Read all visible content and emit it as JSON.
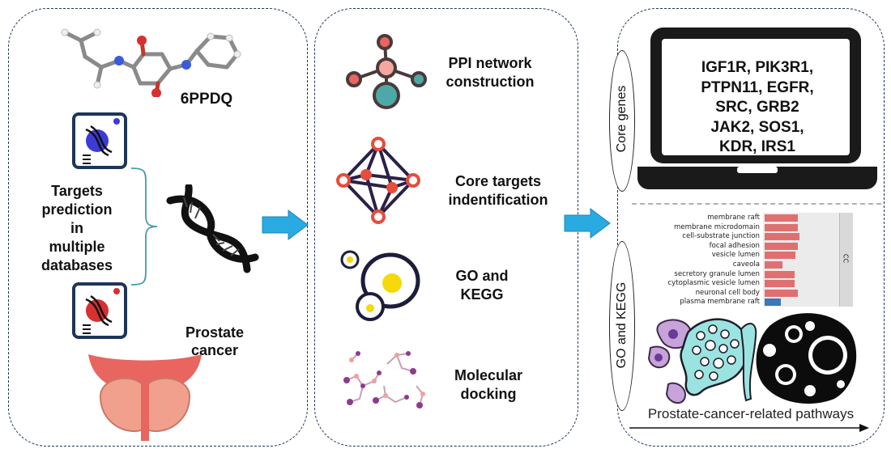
{
  "left_panel": {
    "compound_label": "6PPDQ",
    "targets_text": [
      "Targets",
      "prediction",
      "in",
      "multiple",
      "databases"
    ],
    "disease_label": [
      "Prostate",
      "cancer"
    ]
  },
  "middle_panel": {
    "steps": [
      {
        "label": [
          "PPI network",
          "construction"
        ],
        "icon": "network-node-icon"
      },
      {
        "label": [
          "Core targets",
          "indentification"
        ],
        "icon": "octahedron-graph-icon"
      },
      {
        "label": [
          "GO and",
          "KEGG"
        ],
        "icon": "cells-icon"
      },
      {
        "label": [
          "Molecular",
          "docking"
        ],
        "icon": "molecules-icon"
      }
    ]
  },
  "right_panel": {
    "core_genes_title": "Core genes",
    "core_genes_lines": [
      "IGF1R, PIK3R1,",
      "PTPN11, EGFR,",
      "SRC, GRB2",
      "JAK2, SOS1,",
      "KDR, IRS1"
    ],
    "go_kegg_title": "GO and KEGG",
    "pathways_caption": "Prostate-cancer-related pathways"
  },
  "chart_data": {
    "type": "bar",
    "facet_label": "CC",
    "categories": [
      "membrane raft",
      "membrane microdomain",
      "cell-substrate junction",
      "focal adhesion",
      "vesicle lumen",
      "caveola",
      "secretory granule lumen",
      "cytoplasmic vesicle lumen",
      "neuronal cell body",
      "plasma membrane raft"
    ],
    "values": [
      0.88,
      0.88,
      0.92,
      0.88,
      0.8,
      0.46,
      0.78,
      0.78,
      0.88,
      0.42
    ],
    "bar_colors": [
      "#e07070",
      "#e07070",
      "#e07070",
      "#e07070",
      "#e07070",
      "#e07070",
      "#e07070",
      "#e07070",
      "#e07070",
      "#3a78b8"
    ]
  },
  "colors": {
    "border": "#1d3557",
    "arrow": "#29abe2",
    "bar": "#e07070",
    "bar_alt": "#3a78b8"
  }
}
